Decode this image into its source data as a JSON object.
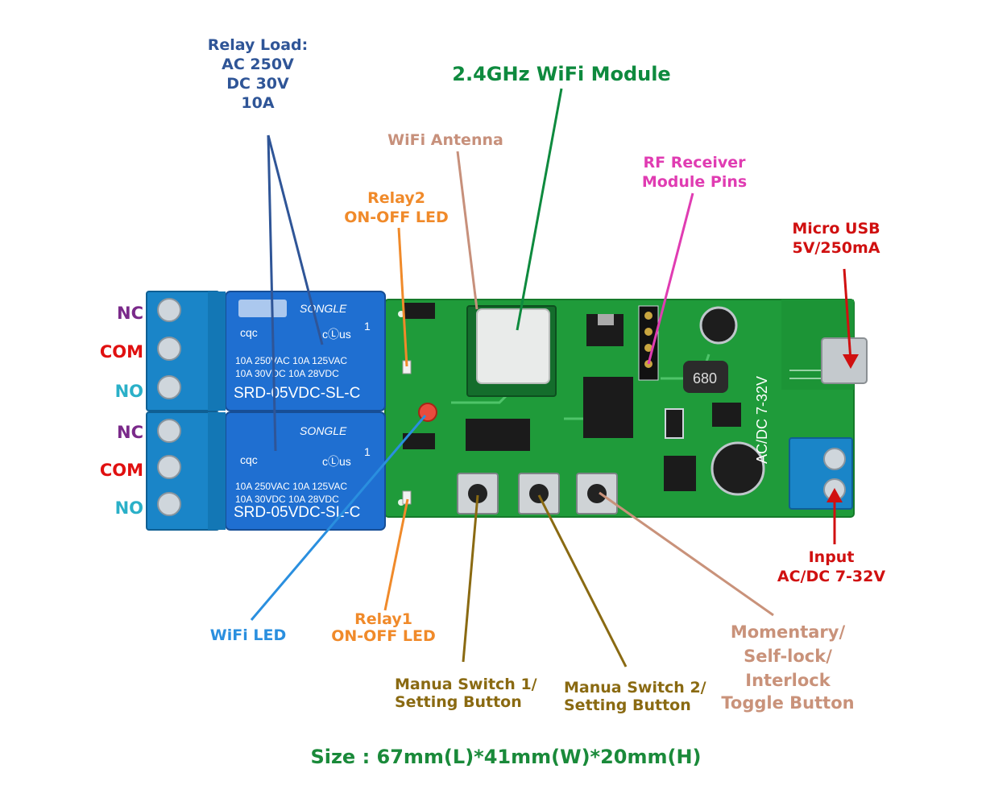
{
  "colors": {
    "pcb": "#1f9b3a",
    "pcb_dark": "#157a2a",
    "relay_blue": "#1f6fd1",
    "terminal_blue": "#1a85c8",
    "relay_load": "#2f5597",
    "wifi_module": "#0e8a3e",
    "antenna": "#c7907b",
    "rf": "#e03cb2",
    "usb": "#d01010",
    "relay_led": "#f08a2a",
    "wifi_led": "#2a8fdf",
    "switch": "#8a6a12",
    "toggle": "#c9927a",
    "nc": "#7a2a8a",
    "com": "#e01010",
    "no": "#2ab0c8",
    "size": "#1a8a3a"
  },
  "labels": {
    "relay_load": [
      "Relay Load:",
      "AC 250V",
      "DC 30V",
      "10A"
    ],
    "wifi_module": "2.4GHz WiFi Module",
    "wifi_antenna": "WiFi Antenna",
    "rf_receiver": [
      "RF Receiver",
      "Module Pins"
    ],
    "relay2_led": [
      "Relay2",
      "ON-OFF LED"
    ],
    "micro_usb": [
      "Micro USB",
      "5V/250mA"
    ],
    "terminals": [
      "NC",
      "COM",
      "NO",
      "NC",
      "COM",
      "NO"
    ],
    "input": [
      "Input",
      "AC/DC 7-32V"
    ],
    "wifi_led": "WiFi LED",
    "relay1_led": [
      "Relay1",
      "ON-OFF LED"
    ],
    "manual_switch_1": [
      "Manua Switch 1/",
      "Setting Button"
    ],
    "manual_switch_2": [
      "Manua Switch 2/",
      "Setting Button"
    ],
    "toggle_button": [
      "Momentary/",
      "Self-lock/",
      "Interlock",
      "Toggle Button"
    ],
    "size": "Size : 67mm(L)*41mm(W)*20mm(H)"
  },
  "board_text": {
    "relay_brand": "SONGLE",
    "relay_rating_1": "10A 250VAC  10A 125VAC",
    "relay_rating_2": "10A  30VDC  10A  28VDC",
    "relay_model": "SRD-05VDC-SL-C",
    "relay_cert": "cqc",
    "relay_ul": "cⓁus",
    "relay_num": "1",
    "inductor": "680",
    "pcb_voltage": "AC/DC 7-32V"
  }
}
